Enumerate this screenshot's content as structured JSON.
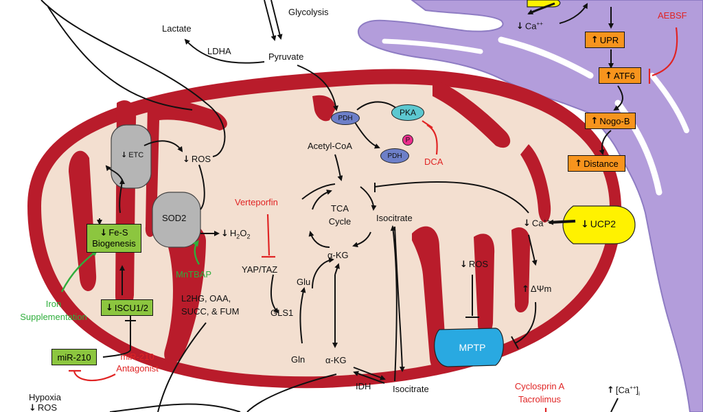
{
  "labels": {
    "glycolysis": "Glycolysis",
    "lactate": "Lactate",
    "ldha": "LDHA",
    "pyruvate": "Pyruvate",
    "pdh": "PDH",
    "pka": "PKA",
    "pdh2": "PDH",
    "p": "P",
    "acetyl_coa": "Acetyl-CoA",
    "dca": "DCA",
    "etc": "ETC",
    "ros": "ROS",
    "sod2": "SOD2",
    "h2o2_prefix": "H",
    "h2o2_mid": "O",
    "h2o2_sub": "2",
    "mntbap": "MnTBAP",
    "verteporfin": "Verteporfin",
    "yap_taz": "YAP/TAZ",
    "gls1": "GLS1",
    "glu": "Glu",
    "gln": "Gln",
    "tca": "TCA",
    "cycle": "Cycle",
    "isocitrate": "Isocitrate",
    "akg": "α-KG",
    "akg2": "α-KG",
    "idh": "IDH",
    "isocitrate2": "Isocitrate",
    "l2hg": "L2HG, OAA,",
    "succ": "SUCC, & FUM",
    "ca_mito": "Ca",
    "ca_sup": "++",
    "ros2": "ROS",
    "dpsi": "ΔΨm",
    "mptp": "MPTP",
    "ca_er": "Ca",
    "ca_er_sup": "++",
    "aebsf": "AEBSF",
    "upr": "UPR",
    "atf6": "ATF6",
    "nogo": "Nogo-B",
    "distance": "Distance",
    "ucp2": "UCP2",
    "fes_line1": "Fe-S",
    "fes_line2": "Biogenesis",
    "iscu": "ISCU1/2",
    "mir210": "miR-210",
    "mir210_ant1": "miR-210",
    "mir210_ant2": "Antagonist",
    "iron1": "Iron",
    "iron2": "Supplementation",
    "hypoxia": "Hypoxia",
    "ros_bottom": "ROS",
    "cyclo1": "Cyclosprin A",
    "cyclo2": "Tacrolimus",
    "ca_i_prefix": "[Ca",
    "ca_i_sup": "++",
    "ca_i_suffix": "]",
    "ca_i_sub": "i"
  },
  "colors": {
    "mito_outer": "#b91c2b",
    "matrix": "#f3dfd0",
    "er": "#b39ddb",
    "inhibitor": "#e02424",
    "activator": "#2fae3c",
    "ucp2": "#fff200",
    "mptp": "#29a9e1",
    "green_box": "#8cc63f",
    "orange_box": "#f7941d",
    "protein_blue": "#6d7fc8",
    "pka": "#5cc8d0",
    "p_pink": "#ec2e8c",
    "gray_complex": "#b5b5b5"
  }
}
